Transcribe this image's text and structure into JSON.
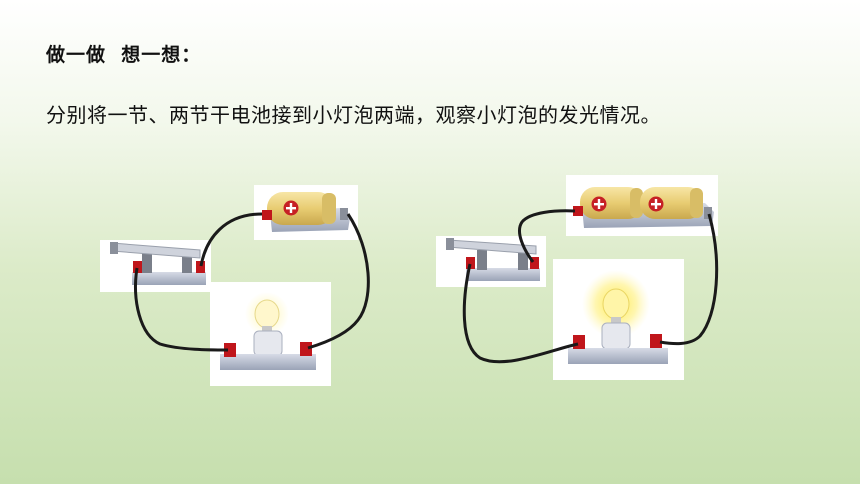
{
  "slide": {
    "heading": "做一做  想一想：",
    "instruction": "分别将一节、两节干电池接到小灯泡两端，观察小灯泡的发光情况。"
  },
  "colors": {
    "wire": "#1a1a1a",
    "terminal": "#c0161b",
    "battery": "#e7cc73",
    "battery_cap": "#d8bd66",
    "plus_sign": "#c62025",
    "card_bg": "#ffffff",
    "base": "#b9c0cf"
  },
  "circuits": [
    {
      "battery_count": 1,
      "bulb_state": "dim"
    },
    {
      "battery_count": 2,
      "bulb_state": "bright"
    }
  ],
  "icons": {
    "battery": "plus-battery-icon",
    "switch": "knife-switch-icon",
    "bulb": "light-bulb-icon"
  }
}
